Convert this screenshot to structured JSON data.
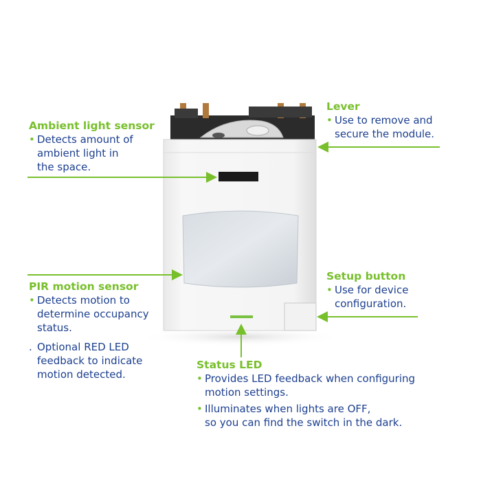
{
  "callouts": {
    "ambient": {
      "title": "Ambient light sensor",
      "bullets": [
        "Detects amount of",
        "ambient light in",
        "the space."
      ]
    },
    "lever": {
      "title": "Lever",
      "bullets": [
        "Use to remove and",
        "secure the module."
      ]
    },
    "pir": {
      "title": "PIR motion sensor",
      "bullets": [
        "Detects motion to",
        "determine occupancy",
        "status."
      ],
      "bullet2_prefix": ".",
      "bullet2": [
        "Optional RED LED",
        "feedback to indicate",
        "motion detected."
      ]
    },
    "setup": {
      "title": "Setup button",
      "bullets": [
        "Use for device",
        "configuration."
      ]
    },
    "status": {
      "title": "Status LED",
      "bullet1": [
        "Provides LED feedback when configuring",
        "motion settings."
      ],
      "bullet2": [
        "Illuminates when lights are OFF,",
        "so you can find the switch in the dark."
      ]
    }
  },
  "colors": {
    "accent": "#78bf2c",
    "text": "#1c3f8f",
    "led": "#7ac142"
  },
  "bullet_glyph": "•"
}
